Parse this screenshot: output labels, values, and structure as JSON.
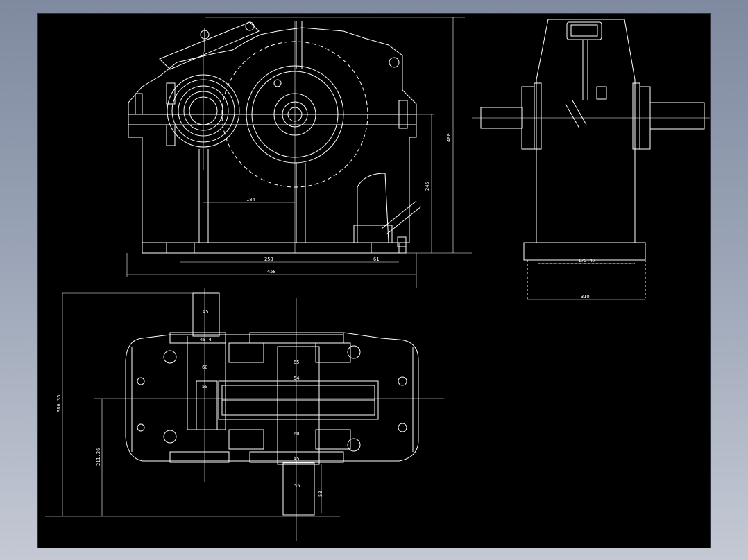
{
  "colors": {
    "background_top": "#7f8aa0",
    "background_bottom": "#c4c9d4",
    "sheet": "#000000",
    "linework": "#ffffff"
  },
  "front_view": {
    "dim_overall_height": "400",
    "dim_center_height": "245",
    "dim_center_distance": "184",
    "dim_base_bolt_span": "258",
    "dim_base_offset": "61",
    "dim_overall_length": "458"
  },
  "side_view": {
    "dim_base_inner": "175.47",
    "dim_base_width": "310"
  },
  "plan_view": {
    "dim_total_height": "386.35",
    "dim_center_height": "211.26",
    "dim_input_shaft": "45",
    "dim_input_bearing": "40.4",
    "dim_output_shaft": "55",
    "dim_output_length": "58",
    "dim_labels_small": [
      "60",
      "50",
      "65",
      "54",
      "60",
      "45"
    ]
  }
}
